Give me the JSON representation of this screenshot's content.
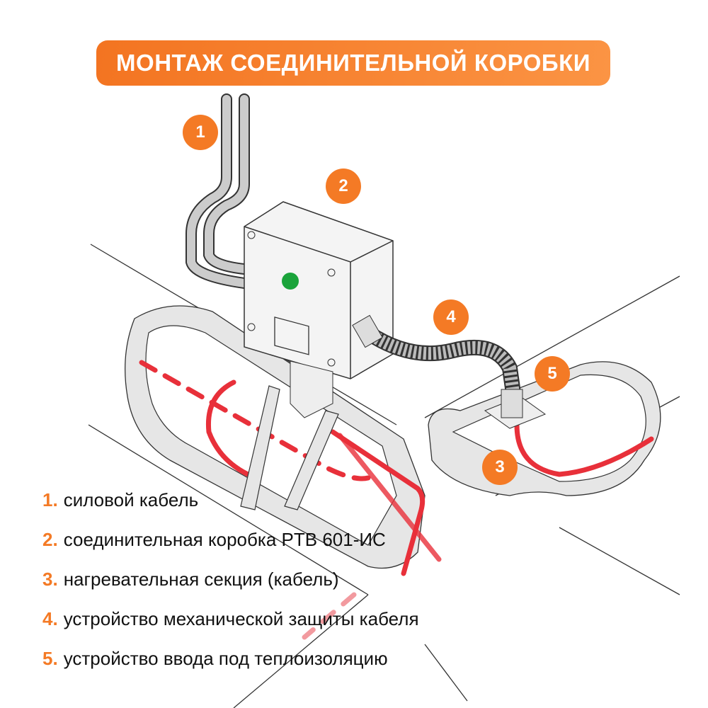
{
  "title": "МОНТАЖ СОЕДИНИТЕЛЬНОЙ КОРОБКИ",
  "markers": [
    "1",
    "2",
    "3",
    "4",
    "5"
  ],
  "legend": [
    {
      "num": "1.",
      "text": "силовой кабель"
    },
    {
      "num": "2.",
      "text": "соединительная коробка PTB 601-ИС"
    },
    {
      "num": "3.",
      "text": "нагревательная секция (кабель)"
    },
    {
      "num": "4.",
      "text": "устройство механической защиты кабеля"
    },
    {
      "num": "5.",
      "text": "устройство ввода под теплоизоляцию"
    }
  ],
  "colors": {
    "accent": "#f47a25",
    "cable": "#e8303a",
    "led": "#1aa33a",
    "insulation": "#e6e6e6"
  }
}
